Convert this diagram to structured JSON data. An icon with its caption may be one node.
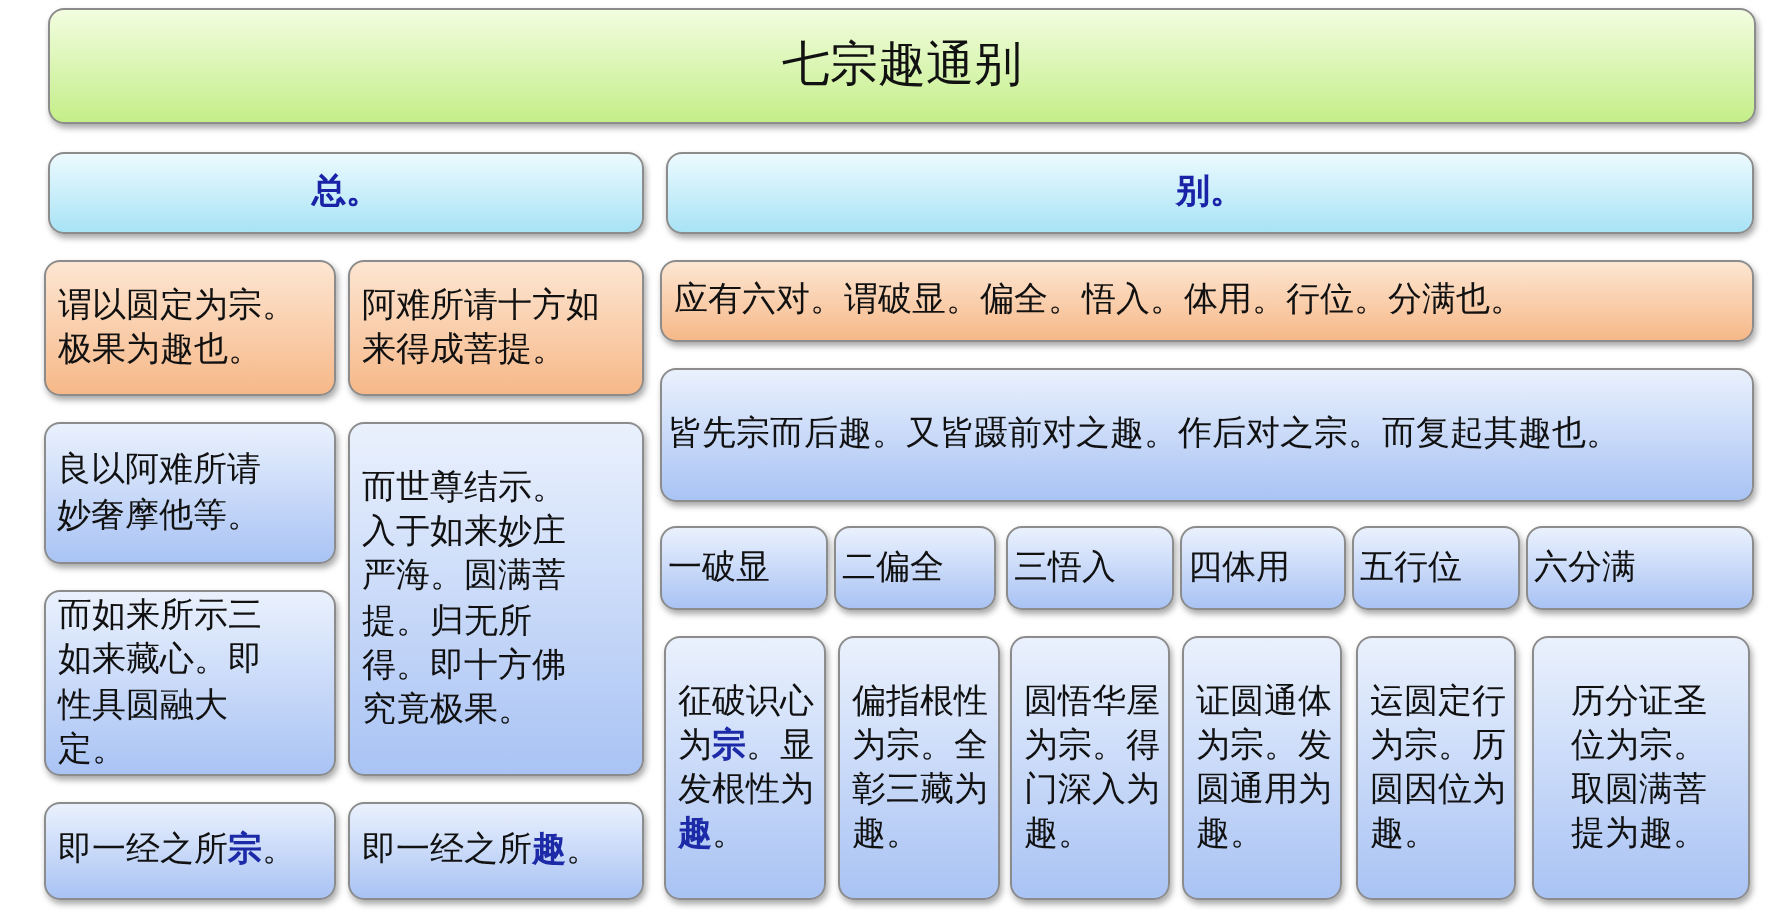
{
  "diagram": {
    "title": "七宗趣通别",
    "nodes": [
      {
        "text": [
          "总。"
        ]
      },
      {
        "text": [
          "别。"
        ]
      },
      {
        "text": [
          "谓以圆定为宗。极果为趣也。"
        ]
      },
      {
        "text": [
          "阿难所请十方如来得成菩提。"
        ]
      },
      {
        "text": [
          "良以阿难所请妙奢摩他等。"
        ]
      },
      {
        "text": [
          "而世尊结示。入于如来妙庄严海。圆满菩提。归无所得。即十方佛究竟极果。"
        ]
      },
      {
        "text": [
          "而如来所示三如来藏心。即性具圆融大定。"
        ]
      },
      {
        "text": [
          "即一经之所**宗**。"
        ]
      },
      {
        "text": [
          "即一经之所**趣**。"
        ]
      },
      {
        "text": [
          "应有六对。谓破显。偏全。悟入。体用。行位。分满也。"
        ]
      },
      {
        "text": [
          "皆先宗而后趣。又皆蹑前对之趣。作后对之宗。而复起其趣也。"
        ]
      },
      {
        "text": [
          "一破显"
        ]
      },
      {
        "text": [
          "二偏全"
        ]
      },
      {
        "text": [
          "三悟入"
        ]
      },
      {
        "text": [
          "四体用"
        ]
      },
      {
        "text": [
          "五行位"
        ]
      },
      {
        "text": [
          "六分满"
        ]
      },
      {
        "text": [
          "征破识心为**宗**。显发根性为**趣**。"
        ]
      },
      {
        "text": [
          "偏指根性为宗。全彰三藏为趣。"
        ]
      },
      {
        "text": [
          "圆悟华屋为宗。得门深入为趣。"
        ]
      },
      {
        "text": [
          "证圆通体为宗。发圆通用为趣。"
        ]
      },
      {
        "text": [
          "运圆定行为宗。历圆因位为趣。"
        ]
      },
      {
        "text": [
          "历分证圣位为宗。取圆满菩提为趣。"
        ]
      }
    ]
  }
}
